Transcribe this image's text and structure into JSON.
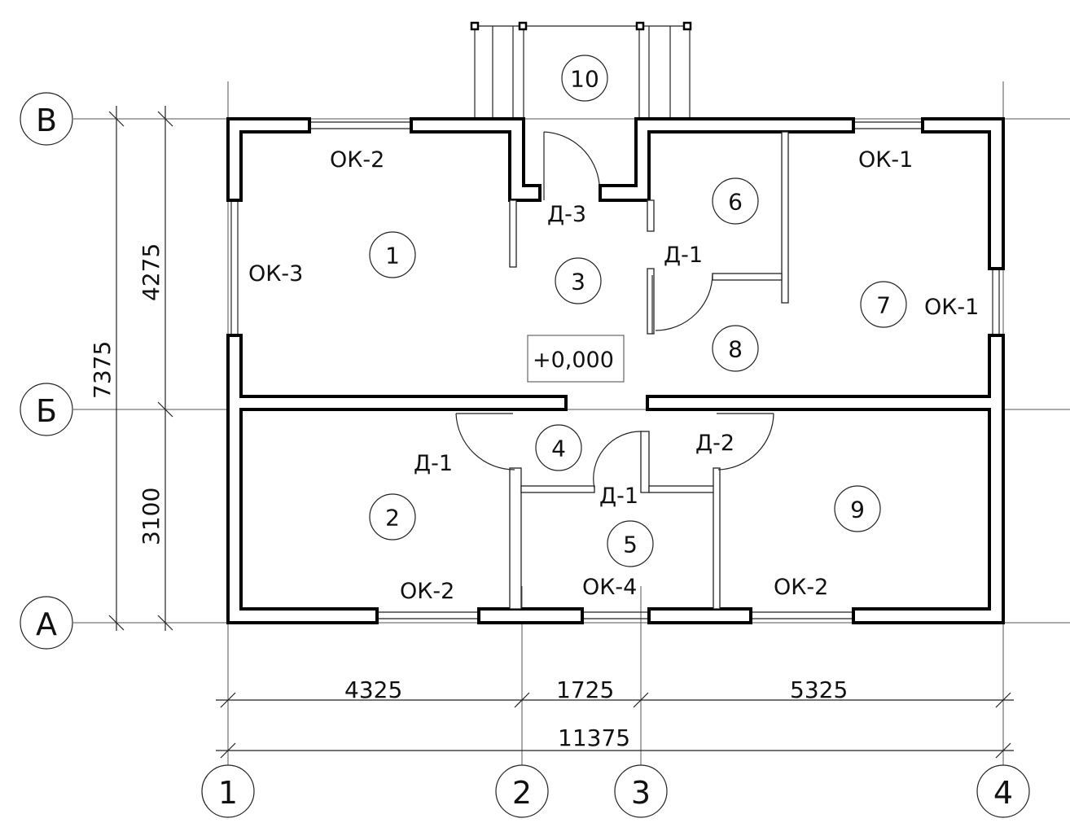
{
  "axes": {
    "rows": [
      "В",
      "Б",
      "А"
    ],
    "columns": [
      "1",
      "2",
      "3",
      "4"
    ]
  },
  "dimensions": {
    "vertical_total": "7375",
    "vertical_upper": "4275",
    "vertical_lower": "3100",
    "horizontal_parts": [
      "4325",
      "1725",
      "5325"
    ],
    "horizontal_total": "11375"
  },
  "rooms": [
    "1",
    "2",
    "3",
    "4",
    "5",
    "6",
    "7",
    "8",
    "9",
    "10"
  ],
  "openings": {
    "ok2_top": "ОК-2",
    "ok1_top": "ОК-1",
    "ok3": "ОК-3",
    "ok1_right": "ОК-1",
    "ok2_bottom_left": "ОК-2",
    "ok4": "ОК-4",
    "ok2_bottom_right": "ОК-2",
    "d3": "Д-3",
    "d1_upper": "Д-1",
    "d1_left": "Д-1",
    "d1_center": "Д-1",
    "d2": "Д-2"
  },
  "level_mark": "+0,000"
}
